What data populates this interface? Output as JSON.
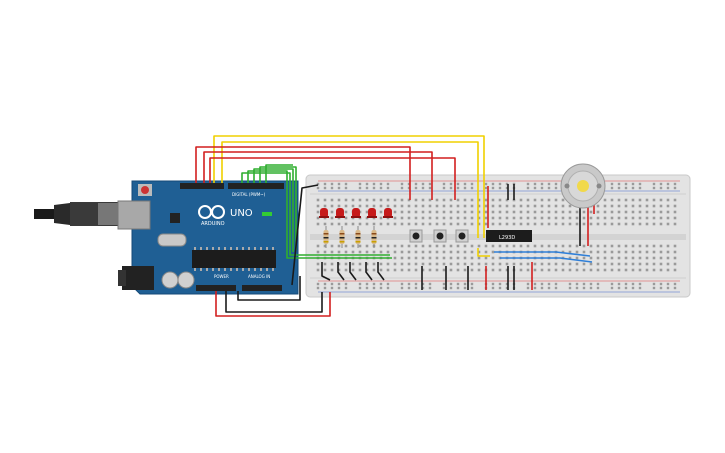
{
  "board": {
    "logo_text": "ARDUINO",
    "model": "UNO",
    "digital_label": "DIGITAL (PWM~)",
    "power_label": "POWER",
    "analog_label": "ANALOG IN"
  },
  "ic": {
    "label": "L293D"
  },
  "colors": {
    "board": "#1f5f94",
    "breadboard": "#e2e2e2",
    "wire_red": "#d21f1f",
    "wire_yellow": "#f0d000",
    "wire_green": "#2fae2f",
    "wire_black": "#1a1a1a",
    "wire_blue": "#2f7fd8",
    "led": "#c61a1a",
    "motor": "#c9c9c9"
  },
  "icons": [
    "usb-plug-icon",
    "reset-button-icon",
    "motor-icon",
    "led-icon",
    "pushbutton-icon",
    "resistor-icon"
  ]
}
